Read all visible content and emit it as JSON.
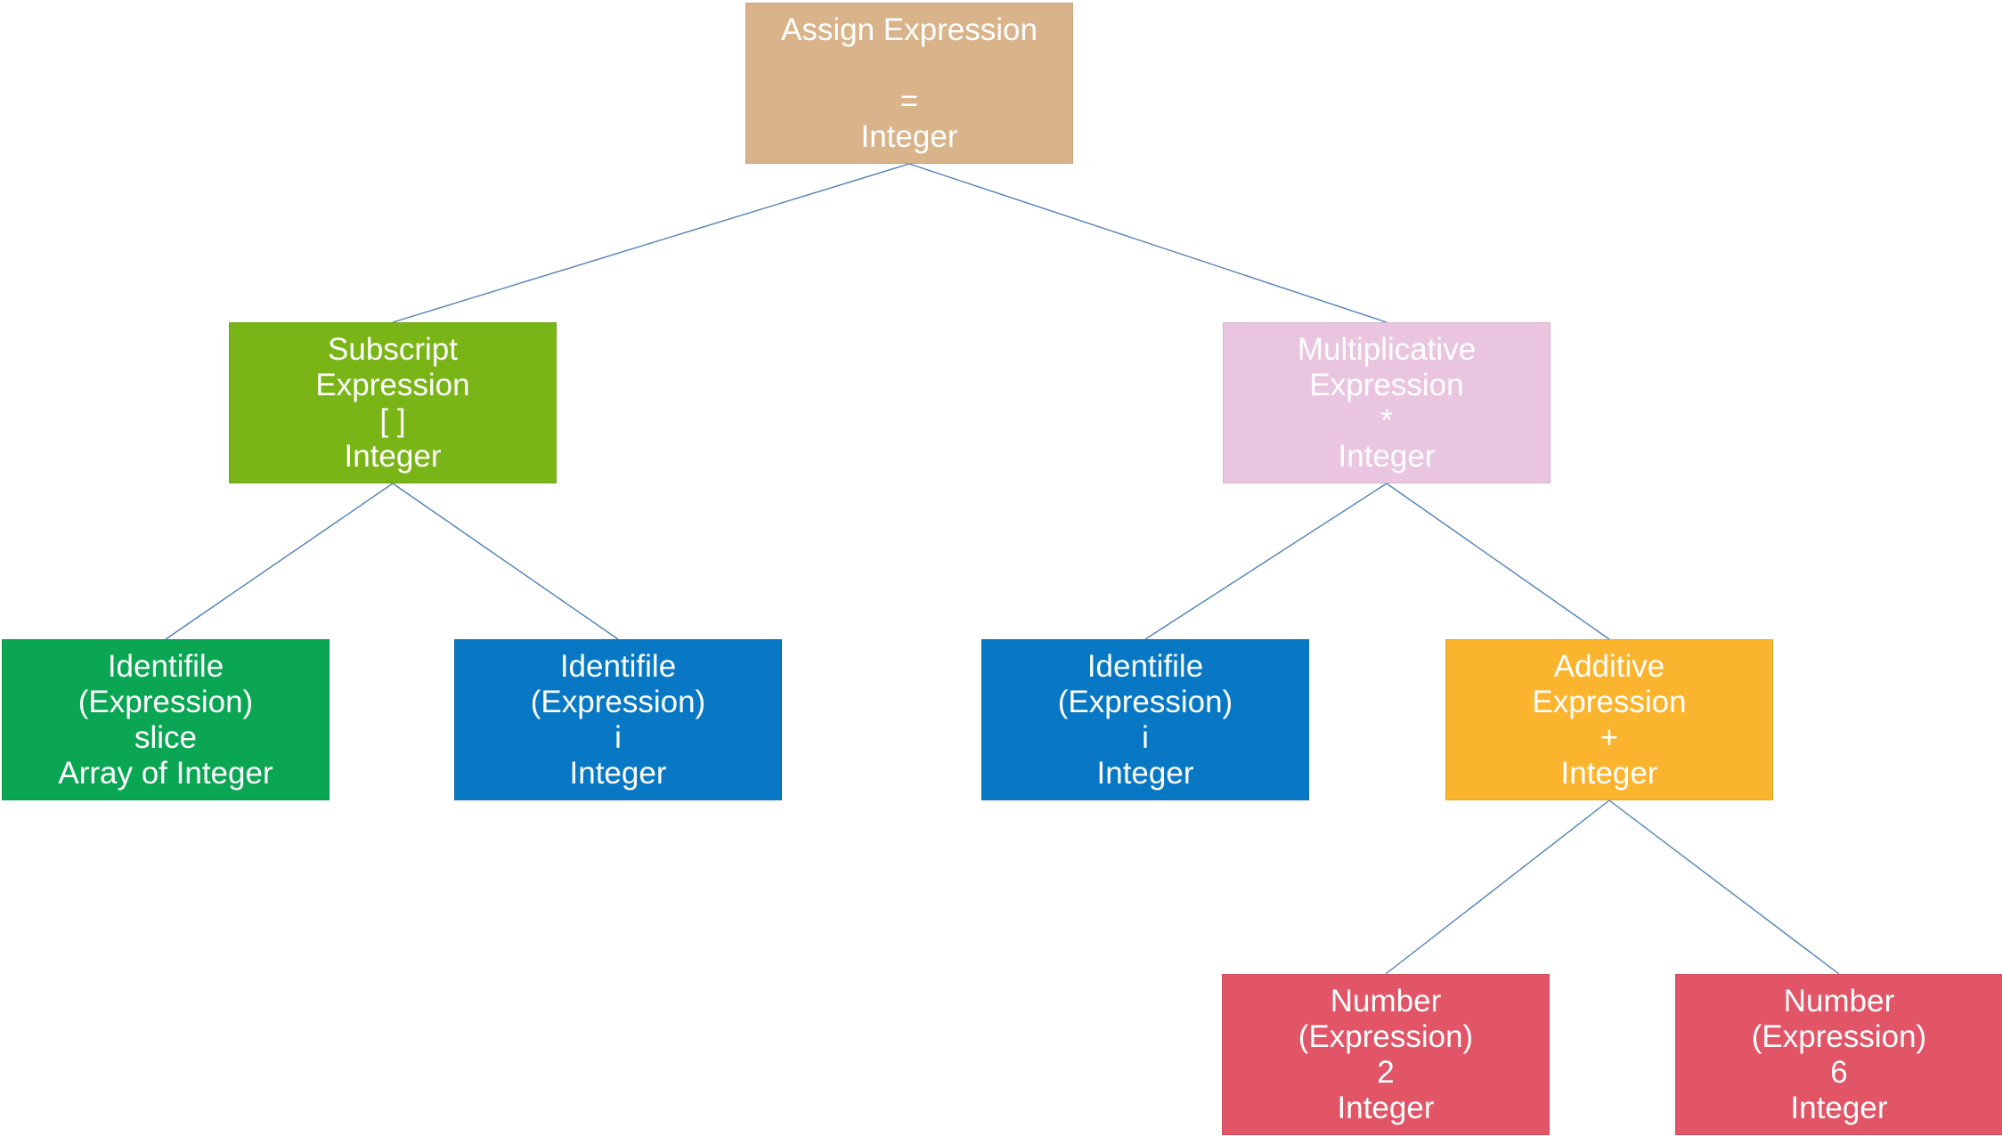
{
  "diagram": {
    "background_color": "#ffffff",
    "edge_color": "#5081b9",
    "text_color": "#ffffff",
    "nodes": [
      {
        "id": "assign-expression",
        "lines": [
          "Assign Expression",
          "",
          "=",
          "Integer"
        ],
        "color": "#d9b38a"
      },
      {
        "id": "subscript-expression",
        "lines": [
          "Subscript",
          "Expression",
          "[ ]",
          "Integer"
        ],
        "color": "#79b517"
      },
      {
        "id": "multiplicative-expression",
        "lines": [
          "Multiplicative",
          "Expression",
          "*",
          "Integer"
        ],
        "color": "#e9c5df"
      },
      {
        "id": "identifile-slice",
        "lines": [
          "Identifile",
          "(Expression)",
          "slice",
          "Array of Integer"
        ],
        "color": "#0aa653"
      },
      {
        "id": "identifile-i-left",
        "lines": [
          "Identifile",
          "(Expression)",
          "i",
          "Integer"
        ],
        "color": "#0878c4"
      },
      {
        "id": "identifile-i-right",
        "lines": [
          "Identifile",
          "(Expression)",
          "i",
          "Integer"
        ],
        "color": "#0878c4"
      },
      {
        "id": "additive-expression",
        "lines": [
          "Additive",
          "Expression",
          "+",
          "Integer"
        ],
        "color": "#fbb42e"
      },
      {
        "id": "number-2",
        "lines": [
          "Number",
          "(Expression)",
          "2",
          "Integer"
        ],
        "color": "#e15566"
      },
      {
        "id": "number-6",
        "lines": [
          "Number",
          "(Expression)",
          "6",
          "Integer"
        ],
        "color": "#e15566"
      }
    ],
    "edges": [
      {
        "from": 0,
        "to": 1
      },
      {
        "from": 0,
        "to": 2
      },
      {
        "from": 1,
        "to": 3
      },
      {
        "from": 1,
        "to": 4
      },
      {
        "from": 2,
        "to": 5
      },
      {
        "from": 2,
        "to": 6
      },
      {
        "from": 6,
        "to": 7
      },
      {
        "from": 6,
        "to": 8
      }
    ]
  }
}
